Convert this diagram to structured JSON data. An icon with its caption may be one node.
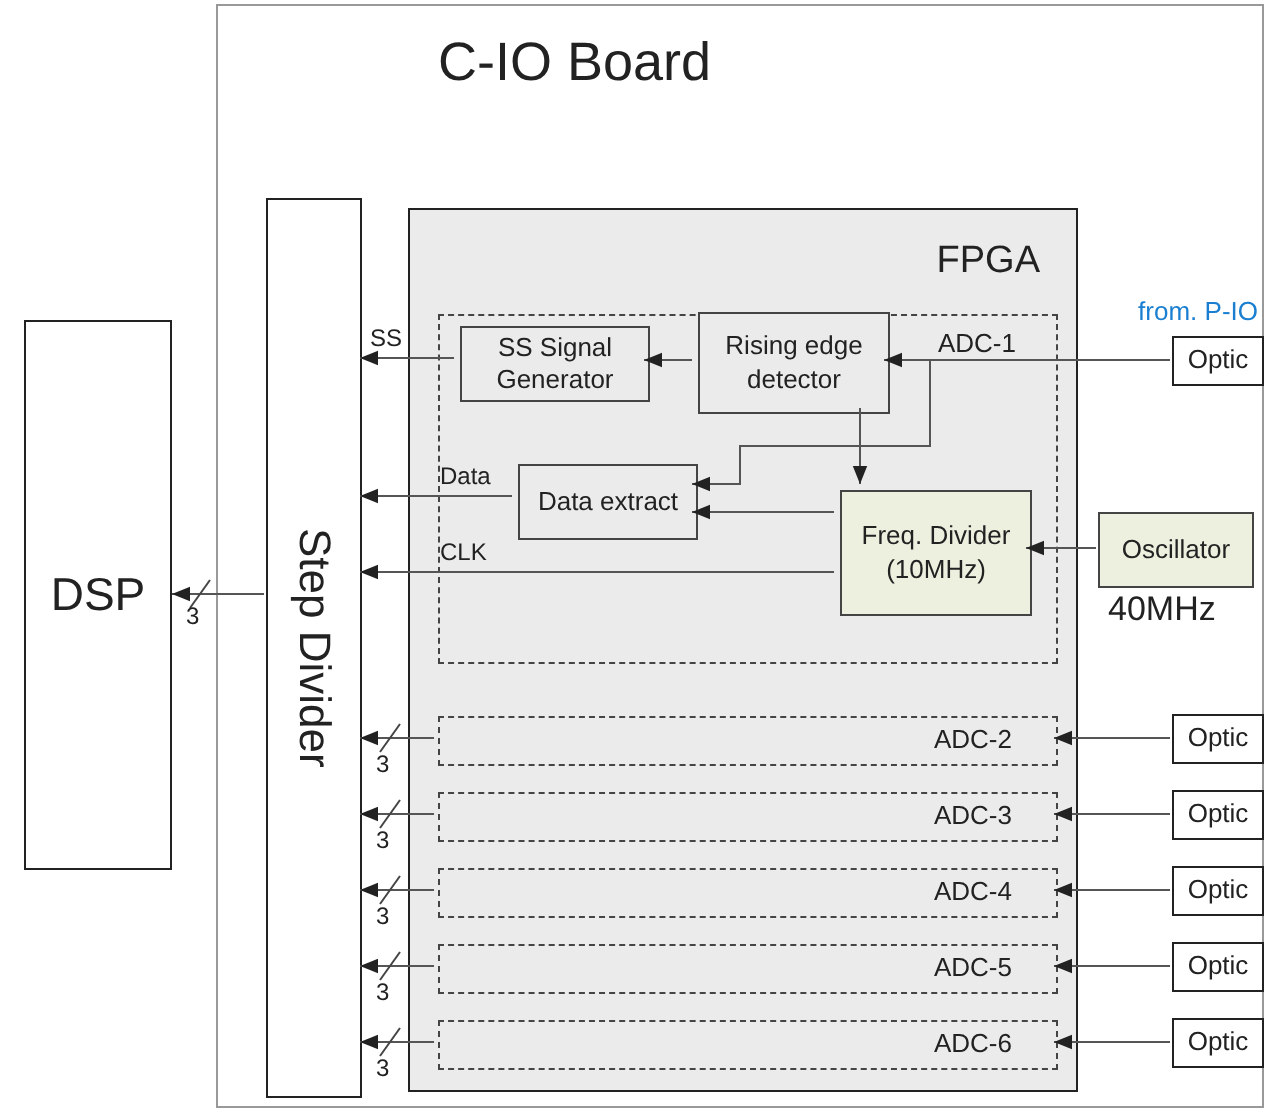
{
  "diagram": {
    "nodes": [
      {
        "text": [
          "C-IO Board"
        ]
      },
      {
        "text": [
          "DSP"
        ]
      },
      {
        "text": [
          "Step Divider"
        ],
        "in": 0
      },
      {
        "text": [
          "FPGA"
        ],
        "in": 0
      },
      {
        "text": [
          "ADC-1"
        ],
        "in": 3
      },
      {
        "text": [
          "SS Signal Generator"
        ],
        "in": 4
      },
      {
        "text": [
          "Rising edge detector"
        ],
        "in": 4
      },
      {
        "text": [
          "Data extract"
        ],
        "in": 4
      },
      {
        "text": [
          "Freq. Divider (10MHz)"
        ],
        "in": 4
      },
      {
        "text": [
          "Oscillator"
        ],
        "in": 0,
        "beside": [
          "40MHz"
        ]
      },
      {
        "text": [
          "Optic"
        ],
        "in": 0,
        "beside": [
          "from. P-IO"
        ]
      },
      {
        "text": [
          "ADC-2"
        ],
        "in": 3
      },
      {
        "text": [
          "ADC-3"
        ],
        "in": 3
      },
      {
        "text": [
          "ADC-4"
        ],
        "in": 3
      },
      {
        "text": [
          "ADC-5"
        ],
        "in": 3
      },
      {
        "text": [
          "ADC-6"
        ],
        "in": 3
      },
      {
        "text": [
          "Optic"
        ],
        "in": 0
      },
      {
        "text": [
          "Optic"
        ],
        "in": 0
      },
      {
        "text": [
          "Optic"
        ],
        "in": 0
      },
      {
        "text": [
          "Optic"
        ],
        "in": 0
      },
      {
        "text": [
          "Optic"
        ],
        "in": 0
      }
    ],
    "edges": [
      {
        "from": 10,
        "to": 6,
        "arrow": "to"
      },
      {
        "from": 10,
        "to": 7,
        "arrow": "to"
      },
      {
        "from": 6,
        "to": 5,
        "arrow": "to"
      },
      {
        "from": 6,
        "to": 8,
        "arrow": "to"
      },
      {
        "from": 9,
        "to": 8,
        "arrow": "to"
      },
      {
        "from": 8,
        "to": 7,
        "arrow": "to"
      },
      {
        "from": 5,
        "to": 2,
        "arrow": "to",
        "label": "SS"
      },
      {
        "from": 7,
        "to": 2,
        "arrow": "to",
        "label": "Data"
      },
      {
        "from": 8,
        "to": 2,
        "arrow": "to",
        "label": "CLK"
      },
      {
        "from": 2,
        "to": 1,
        "arrow": "to",
        "label": "3"
      },
      {
        "from": 16,
        "to": 11,
        "arrow": "to"
      },
      {
        "from": 17,
        "to": 12,
        "arrow": "to"
      },
      {
        "from": 18,
        "to": 13,
        "arrow": "to"
      },
      {
        "from": 19,
        "to": 14,
        "arrow": "to"
      },
      {
        "from": 20,
        "to": 15,
        "arrow": "to"
      },
      {
        "from": 11,
        "to": 2,
        "arrow": "to",
        "label": "3"
      },
      {
        "from": 12,
        "to": 2,
        "arrow": "to",
        "label": "3"
      },
      {
        "from": 13,
        "to": 2,
        "arrow": "to",
        "label": "3"
      },
      {
        "from": 14,
        "to": 2,
        "arrow": "to",
        "label": "3"
      },
      {
        "from": 15,
        "to": 2,
        "arrow": "to",
        "label": "3"
      }
    ]
  }
}
